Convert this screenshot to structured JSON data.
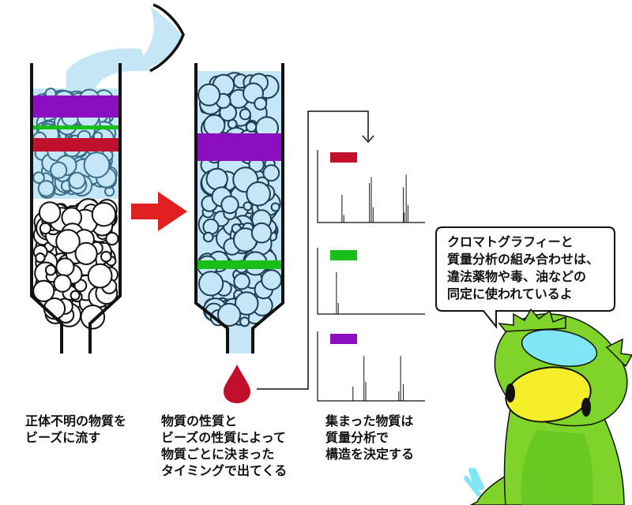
{
  "captions": {
    "step1": [
      "正体不明の物質を",
      "ビーズに流す"
    ],
    "step2": [
      "物質の性質と",
      "ビーズの性質によって",
      "物質ごとに決まった",
      "タイミングで出てくる"
    ],
    "step3": [
      "集まった物質は",
      "質量分析で",
      "構造を決定する"
    ]
  },
  "speech": [
    "クロマトグラフィーと",
    "質量分析の組み合わせは、",
    "違法薬物や毒、油などの",
    "同定に使われているよ"
  ],
  "colors": {
    "purple_band": "#8b0fbf",
    "green_band": "#19bf19",
    "red_band": "#c0102a",
    "water": "#c4e6f7",
    "bead_outline": "#1e3d52",
    "arrow": "#e02020",
    "mascot_body": "#7fd42a",
    "mascot_beak": "#f3ee28",
    "mascot_plate": "#7fe6f4"
  },
  "spectra": [
    {
      "band": "red",
      "peaks": [
        [
          0.18,
          0.55
        ],
        [
          0.2,
          0.15
        ],
        [
          0.48,
          0.78
        ],
        [
          0.5,
          0.9
        ],
        [
          0.52,
          0.3
        ],
        [
          0.85,
          0.7
        ],
        [
          0.88,
          0.95
        ],
        [
          0.9,
          0.35
        ],
        [
          0.86,
          0.2
        ]
      ]
    },
    {
      "band": "green",
      "peaks": [
        [
          0.12,
          0.95
        ],
        [
          0.14,
          0.25
        ]
      ]
    },
    {
      "band": "purple",
      "peaks": [
        [
          0.3,
          0.3
        ],
        [
          0.42,
          0.95
        ],
        [
          0.44,
          0.4
        ],
        [
          0.8,
          0.2
        ],
        [
          0.82,
          0.95
        ],
        [
          0.85,
          0.35
        ]
      ]
    }
  ],
  "icons": [
    "right-arrow-icon",
    "drop-icon",
    "pipe-arrow-icon",
    "mascot-icon"
  ]
}
